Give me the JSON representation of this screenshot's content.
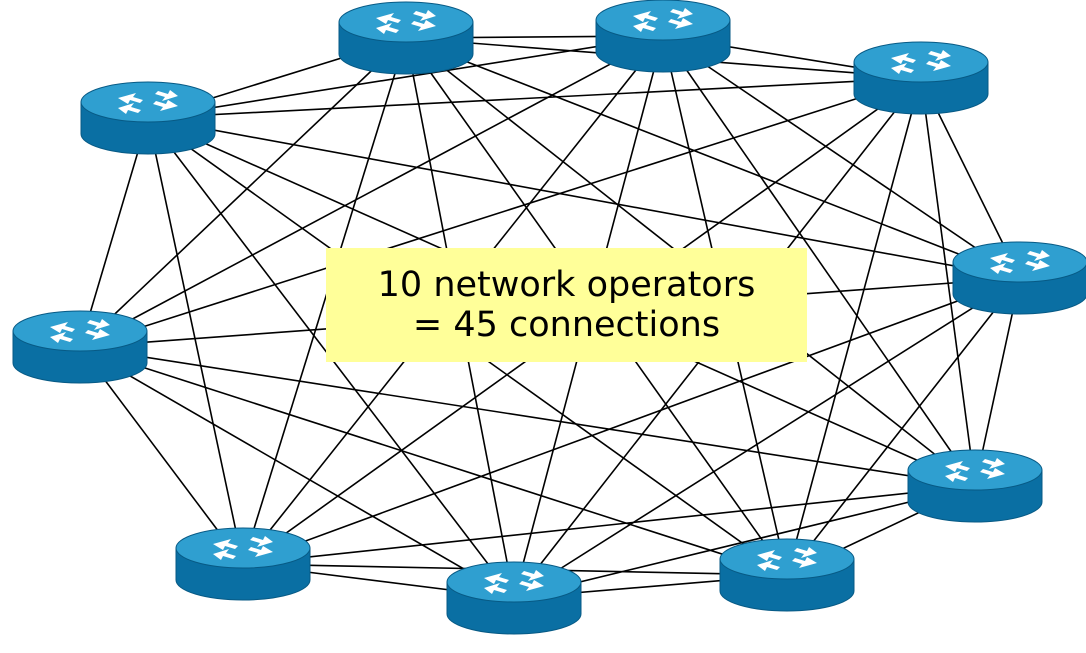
{
  "label": {
    "line1": "10 network operators",
    "line2": "= 45 connections"
  },
  "nodes": [
    {
      "id": "router-1",
      "icon": "router-icon"
    },
    {
      "id": "router-2",
      "icon": "router-icon"
    },
    {
      "id": "router-3",
      "icon": "router-icon"
    },
    {
      "id": "router-4",
      "icon": "router-icon"
    },
    {
      "id": "router-5",
      "icon": "router-icon"
    },
    {
      "id": "router-6",
      "icon": "router-icon"
    },
    {
      "id": "router-7",
      "icon": "router-icon"
    },
    {
      "id": "router-8",
      "icon": "router-icon"
    },
    {
      "id": "router-9",
      "icon": "router-icon"
    },
    {
      "id": "router-10",
      "icon": "router-icon"
    }
  ],
  "topology": "full-mesh",
  "colors": {
    "router_top": "#2f9fd0",
    "router_side": "#0a6fa3",
    "router_edge": "#075a85",
    "label_background": "#ffff99",
    "link": "#000000"
  }
}
